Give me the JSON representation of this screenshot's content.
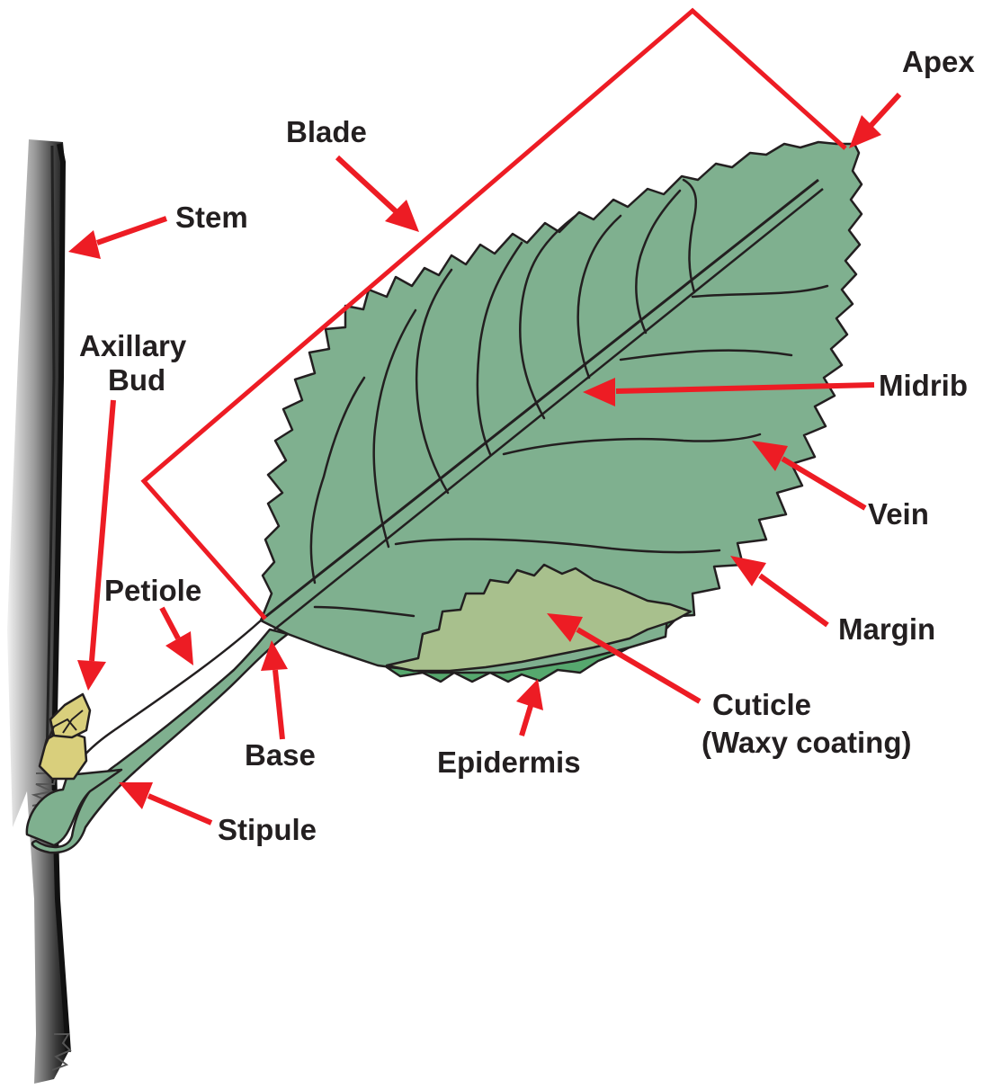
{
  "labels": {
    "apex": "Apex",
    "blade": "Blade",
    "stem": "Stem",
    "axillary_bud_line1": "Axillary",
    "axillary_bud_line2": "Bud",
    "midrib": "Midrib",
    "vein": "Vein",
    "petiole": "Petiole",
    "margin": "Margin",
    "cuticle_line1": "Cuticle",
    "cuticle_line2": "(Waxy coating)",
    "base": "Base",
    "epidermis": "Epidermis",
    "stipule": "Stipule"
  },
  "colors": {
    "leaf": "#7fb08f",
    "cuticle": "#a8c08d",
    "epidermis_edge": "#56a86e",
    "bud": "#d9cf7c",
    "stem_dark": "#231f20",
    "arrow": "#ed1c24",
    "bracket": "#ed1c24",
    "text": "#231f20"
  }
}
